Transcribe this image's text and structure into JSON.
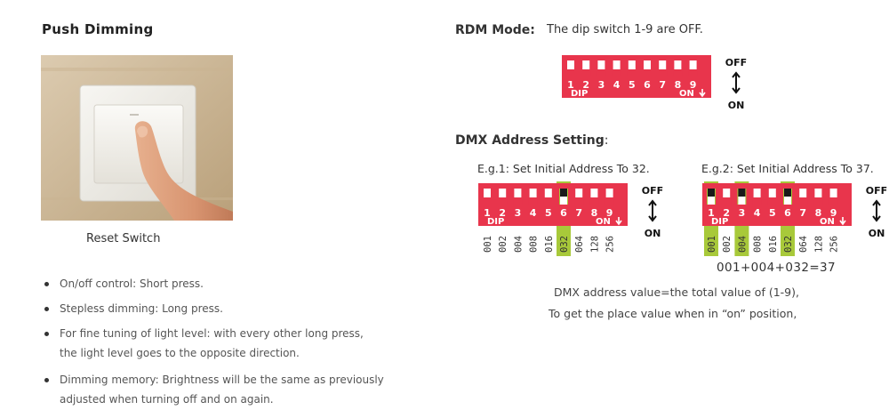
{
  "push": {
    "title": "Push Dimming",
    "caption": "Reset Switch",
    "bullets": [
      [
        "On/off control: Short press."
      ],
      [
        "Stepless dimming: Long press."
      ],
      [
        "For fine tuning of light level: with every other long press,",
        "the light level goes to the opposite direction."
      ],
      [
        "Dimming memory: Brightness will be the same as previously",
        "adjusted when turning off and on again."
      ]
    ]
  },
  "rdm": {
    "title": "RDM Mode:",
    "desc": "The dip switch 1-9 are OFF."
  },
  "dmx": {
    "title": "DMX Address Setting",
    "title_colon": ":",
    "eg1": "E.g.1: Set Initial Address To 32.",
    "eg2": "E.g.2: Set Initial Address To 37.",
    "sum": "001+004+032=37",
    "note1": "DMX address value=the total value of (1-9),",
    "note2": "To get the place value when in “on” position,"
  },
  "switch_labels": {
    "dip": "DIP",
    "on_mark": "ON",
    "off": "OFF",
    "on": "ON",
    "numbers": [
      "1",
      "2",
      "3",
      "4",
      "5",
      "6",
      "7",
      "8",
      "9"
    ],
    "values": [
      "001",
      "002",
      "004",
      "008",
      "016",
      "032",
      "064",
      "128",
      "256"
    ]
  },
  "switches": {
    "rdm": {
      "on": []
    },
    "eg1": {
      "on": [
        6
      ]
    },
    "eg2": {
      "on": [
        1,
        3,
        6
      ]
    }
  },
  "colors": {
    "switch_red": "#e8354c",
    "highlight_green": "#a8c93a",
    "knob_white": "#ffffff",
    "knob_dark": "#1a1a1a"
  }
}
